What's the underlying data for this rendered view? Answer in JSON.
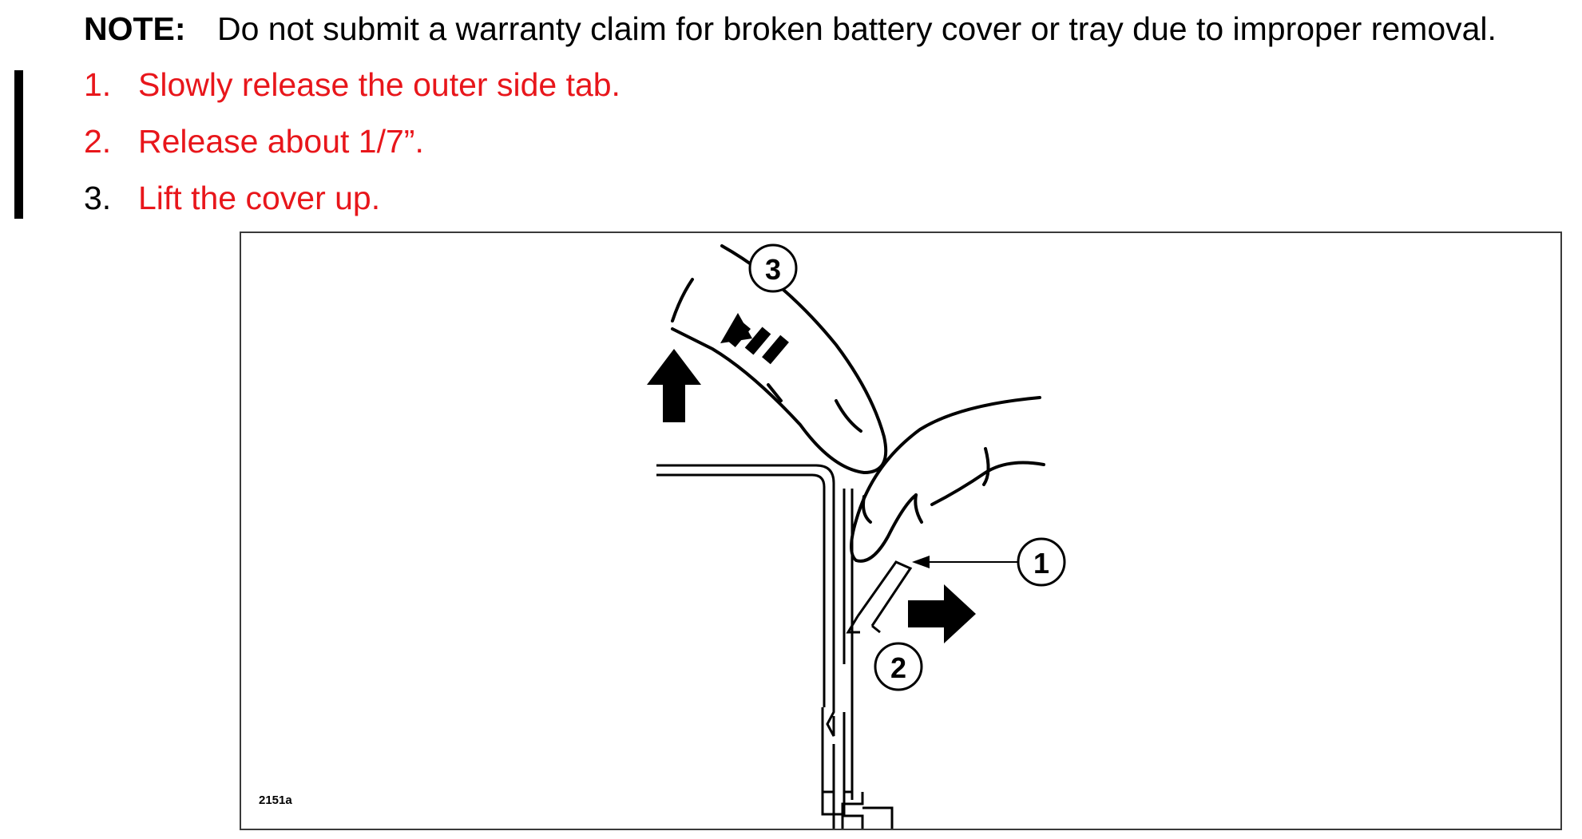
{
  "note": {
    "label": "NOTE:",
    "text": "Do not submit a warranty claim for broken battery cover or tray due to improper removal."
  },
  "steps": [
    {
      "number": "1.",
      "text": "Slowly release the outer side tab.",
      "number_color": "#e8161b",
      "text_color": "#e8161b"
    },
    {
      "number": "2.",
      "text": "Release about 1/7”.",
      "number_color": "#e8161b",
      "text_color": "#e8161b"
    },
    {
      "number": "3.",
      "text": "Lift the cover up.",
      "number_color": "#000000",
      "text_color": "#e8161b"
    }
  ],
  "figure": {
    "id_label": "2151a",
    "callouts": [
      "1",
      "2",
      "3"
    ]
  },
  "colors": {
    "revision_red": "#e8161b",
    "text_black": "#000000"
  }
}
